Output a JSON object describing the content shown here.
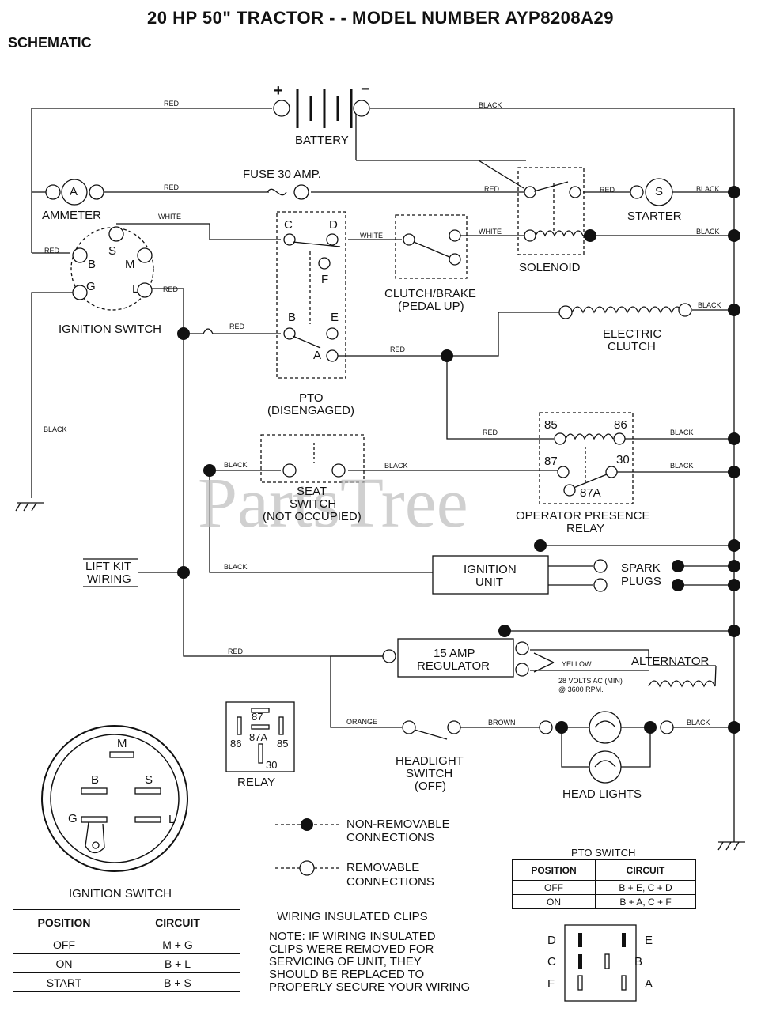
{
  "header": {
    "title": "20 HP 50\" TRACTOR - - MODEL NUMBER  AYP8208A29",
    "subtitle": "SCHEMATIC"
  },
  "watermark": "PartsTree",
  "components": {
    "battery": "BATTERY",
    "battery_plus": "+",
    "battery_minus": "−",
    "fuse": "FUSE 30 AMP.",
    "ammeter": "AMMETER",
    "ammeter_a": "A",
    "starter": "STARTER",
    "starter_s": "S",
    "solenoid": "SOLENOID",
    "clutch_brake_1": "CLUTCH/BRAKE",
    "clutch_brake_2": "(PEDAL UP)",
    "ignition_switch": "IGNITION SWITCH",
    "pto_1": "PTO",
    "pto_2": "(DISENGAGED)",
    "electric_clutch_1": "ELECTRIC",
    "electric_clutch_2": "CLUTCH",
    "seat_switch_1": "SEAT",
    "seat_switch_2": "SWITCH",
    "seat_switch_3": "(NOT OCCUPIED)",
    "opr_1": "OPERATOR PRESENCE",
    "opr_2": "RELAY",
    "lift_kit_1": "LIFT KIT",
    "lift_kit_2": "WIRING",
    "ignition_unit_1": "IGNITION",
    "ignition_unit_2": "UNIT",
    "spark_plugs_1": "SPARK",
    "spark_plugs_2": "PLUGS",
    "regulator_1": "15 AMP",
    "regulator_2": "REGULATOR",
    "alternator": "ALTERNATOR",
    "alt_note_1": "28 VOLTS AC (MIN)",
    "alt_note_2": "@ 3600 RPM.",
    "headlight_switch_1": "HEADLIGHT",
    "headlight_switch_2": "SWITCH",
    "headlight_switch_3": "(OFF)",
    "head_lights": "HEAD LIGHTS",
    "relay": "RELAY",
    "ignition_switch_detail": "IGNITION SWITCH"
  },
  "terminals": {
    "ign_b": "B",
    "ign_s": "S",
    "ign_m": "M",
    "ign_g": "G",
    "ign_l": "L",
    "pto_c": "C",
    "pto_d": "D",
    "pto_f": "F",
    "pto_b": "B",
    "pto_e": "E",
    "pto_a": "A",
    "opr_85": "85",
    "opr_86": "86",
    "opr_87": "87",
    "opr_30": "30",
    "opr_87a": "87A",
    "relay_87": "87",
    "relay_87a": "87A",
    "relay_86": "86",
    "relay_85": "85",
    "relay_30": "30",
    "det_m": "M",
    "det_b": "B",
    "det_s": "S",
    "det_g": "G",
    "det_l": "L",
    "pto_pin_d": "D",
    "pto_pin_c": "C",
    "pto_pin_f": "F",
    "pto_pin_e": "E",
    "pto_pin_b": "B",
    "pto_pin_a": "A"
  },
  "wire_colors": {
    "red": "RED",
    "black": "BLACK",
    "white": "WHITE",
    "yellow": "YELLOW",
    "orange": "ORANGE",
    "brown": "BROWN"
  },
  "legend": {
    "non_removable_1": "NON-REMOVABLE",
    "non_removable_2": "CONNECTIONS",
    "removable_1": "REMOVABLE",
    "removable_2": "CONNECTIONS"
  },
  "note": {
    "heading": "WIRING INSULATED CLIPS",
    "lines": [
      "NOTE: IF WIRING INSULATED",
      "CLIPS WERE REMOVED FOR",
      "SERVICING OF UNIT, THEY",
      "SHOULD BE REPLACED TO",
      "PROPERLY SECURE YOUR WIRING"
    ]
  },
  "ignition_table": {
    "headers": [
      "POSITION",
      "CIRCUIT"
    ],
    "rows": [
      [
        "OFF",
        "M + G"
      ],
      [
        "ON",
        "B + L"
      ],
      [
        "START",
        "B + S"
      ]
    ]
  },
  "pto_table": {
    "title": "PTO SWITCH",
    "headers": [
      "POSITION",
      "CIRCUIT"
    ],
    "rows": [
      [
        "OFF",
        "B + E, C + D"
      ],
      [
        "ON",
        "B + A, C + F"
      ]
    ]
  }
}
